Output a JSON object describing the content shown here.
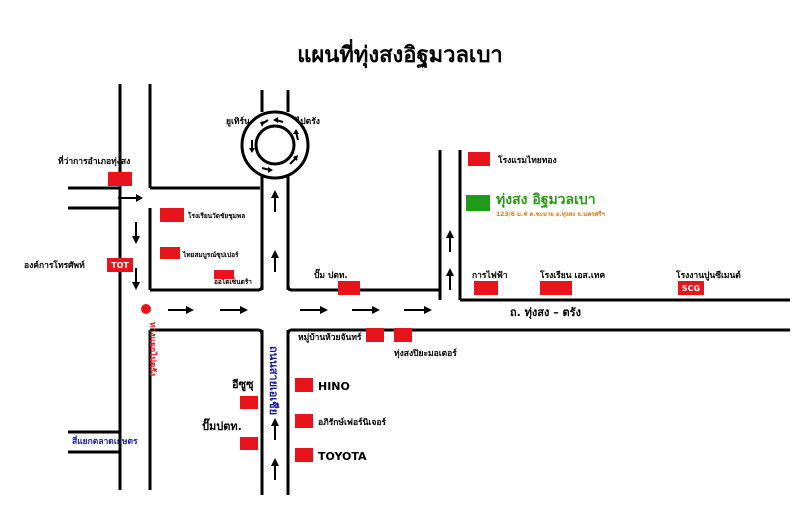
{
  "title": "แผนที่ทุ่งสงอิฐมวลเบา",
  "destination": {
    "name": "ทุ่งสง อิฐมวลเบา",
    "address": "123/6 ม.4 ต.ชะมาย อ.ทุ่งสง จ.นครศรีฯ",
    "name_color": "#2a9a14",
    "address_color": "#e07b10",
    "marker_color": "#1f9a1a"
  },
  "roads": {
    "main_road": "ถ. ทุ่งสง – ตรัง",
    "vertical_road": "ถนนสายเอเชีย",
    "left_road": "ทางแยกไปตรัง",
    "bottom_road": "สี่แยกตลาดเกษตร"
  },
  "roundabout": {
    "left": "ยูเทิร์น",
    "right": "ไปตรัง"
  },
  "landmarks": {
    "district_office": "ที่ว่าการอำเภอทุ่งสง",
    "tot_office": "องค์การโทรศัพท์",
    "tot_badge": "TOT",
    "wat_school": "โรงเรียนวัดชัยชุมพล",
    "thai_temple": "ไทยสมบูรณ์ซุปเปอร์",
    "small_shop": "ออโตเซ็นตร้า",
    "ptt_top": "ปั๊ม ปตท.",
    "village": "หมู่บ้านห้วยจันทร์",
    "motor": "ทุ่งสงปิยะมอเตอร์",
    "isuzu": "อีซูซุ",
    "hino": "HINO",
    "furniture": "อภิรักษ์เฟอร์นิเจอร์",
    "ptt_bottom": "ปั๊มปตท.",
    "toyota": "TOYOTA",
    "hotel": "โรงแรมไทยทอง",
    "electric": "การไฟฟ้า",
    "tech_school": "โรงเรียน เอส.เทค",
    "cement": "โรงงานปูนซีเมนต์",
    "scg_badge": "SCG"
  },
  "colors": {
    "marker": "#e8141b",
    "road": "#000000",
    "label_blue": "#1a1aa0"
  }
}
